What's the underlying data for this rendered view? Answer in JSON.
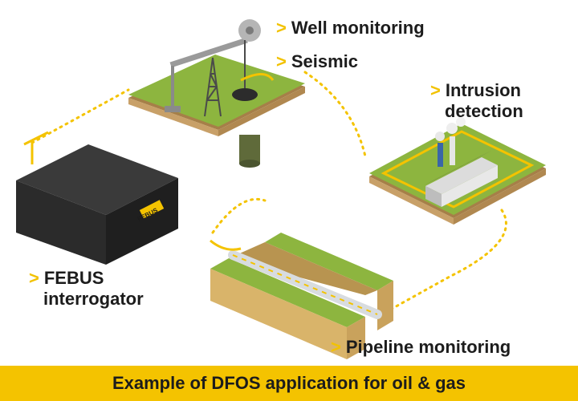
{
  "labels": {
    "marker": ">",
    "well_monitoring": "Well monitoring",
    "seismic": "Seismic",
    "intrusion_line1": "Intrusion",
    "intrusion_line2": "detection",
    "febus_line1": "FEBUS",
    "febus_line2": "interrogator",
    "pipeline_monitoring": "Pipeline monitoring"
  },
  "device_badge": "FEBUS",
  "caption": "Example of DFOS application for oil & gas",
  "colors": {
    "accent": "#f4c300",
    "grass": "#8db53f",
    "soil": "#d9b46a",
    "device": "#2a2a2a",
    "text": "#1c1c1c"
  }
}
